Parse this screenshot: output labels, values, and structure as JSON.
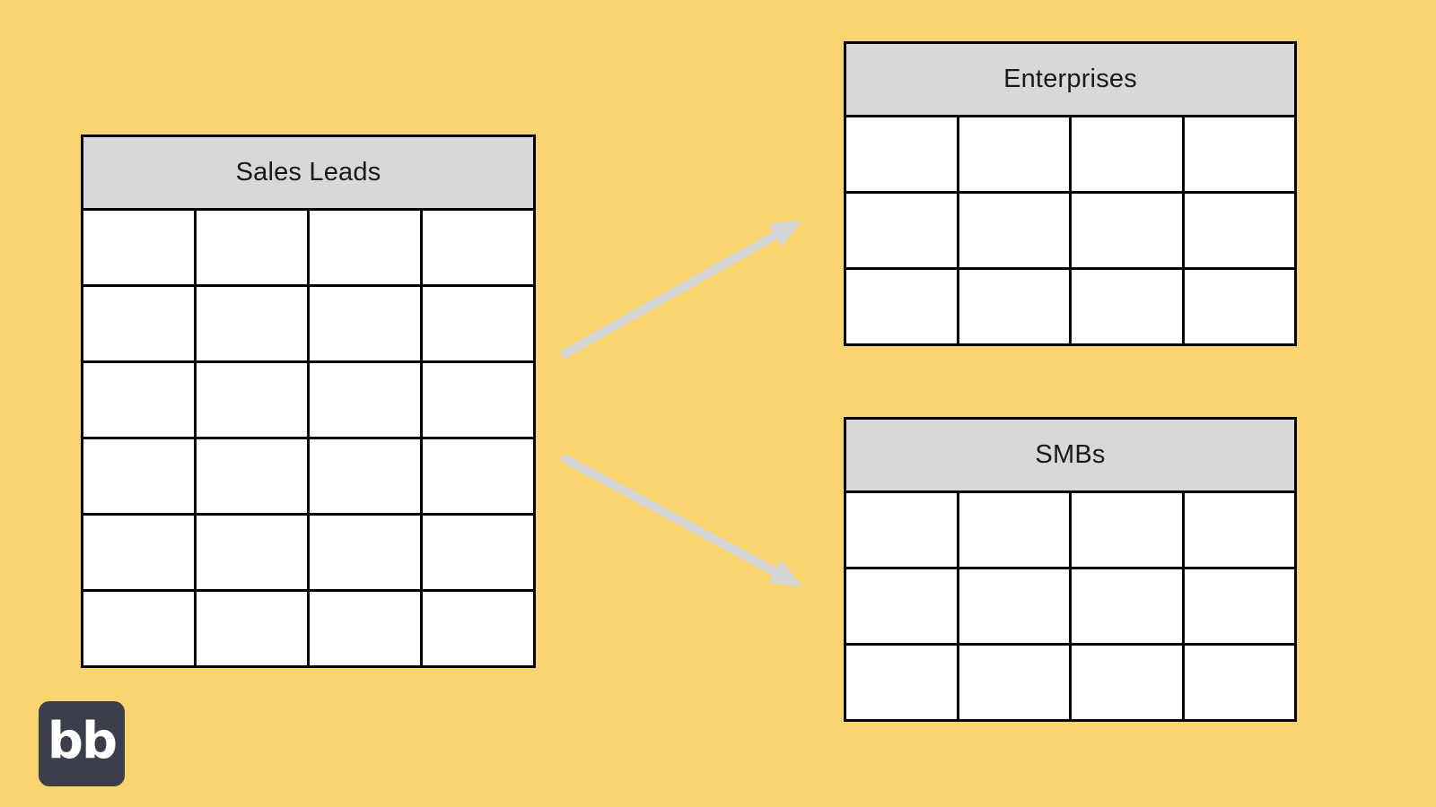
{
  "diagram": {
    "source_table": {
      "title": "Sales Leads",
      "rows": 6,
      "cols": 4
    },
    "target_tables": [
      {
        "title": "Enterprises",
        "rows": 3,
        "cols": 4
      },
      {
        "title": "SMBs",
        "rows": 3,
        "cols": 4
      }
    ],
    "arrows": [
      {
        "from": "Sales Leads",
        "to": "Enterprises"
      },
      {
        "from": "Sales Leads",
        "to": "SMBs"
      }
    ],
    "colors": {
      "background": "#FAD46E",
      "header_bg": "#D8D8D8",
      "cell_bg": "#FFFFFF",
      "table_border": "#000000",
      "title_text": "#1A1A1A",
      "arrow": "#D6D6D6",
      "logo_bg": "#3A3F4A",
      "logo_text": "#FFFFFF"
    }
  },
  "logo": {
    "text": "bb"
  }
}
